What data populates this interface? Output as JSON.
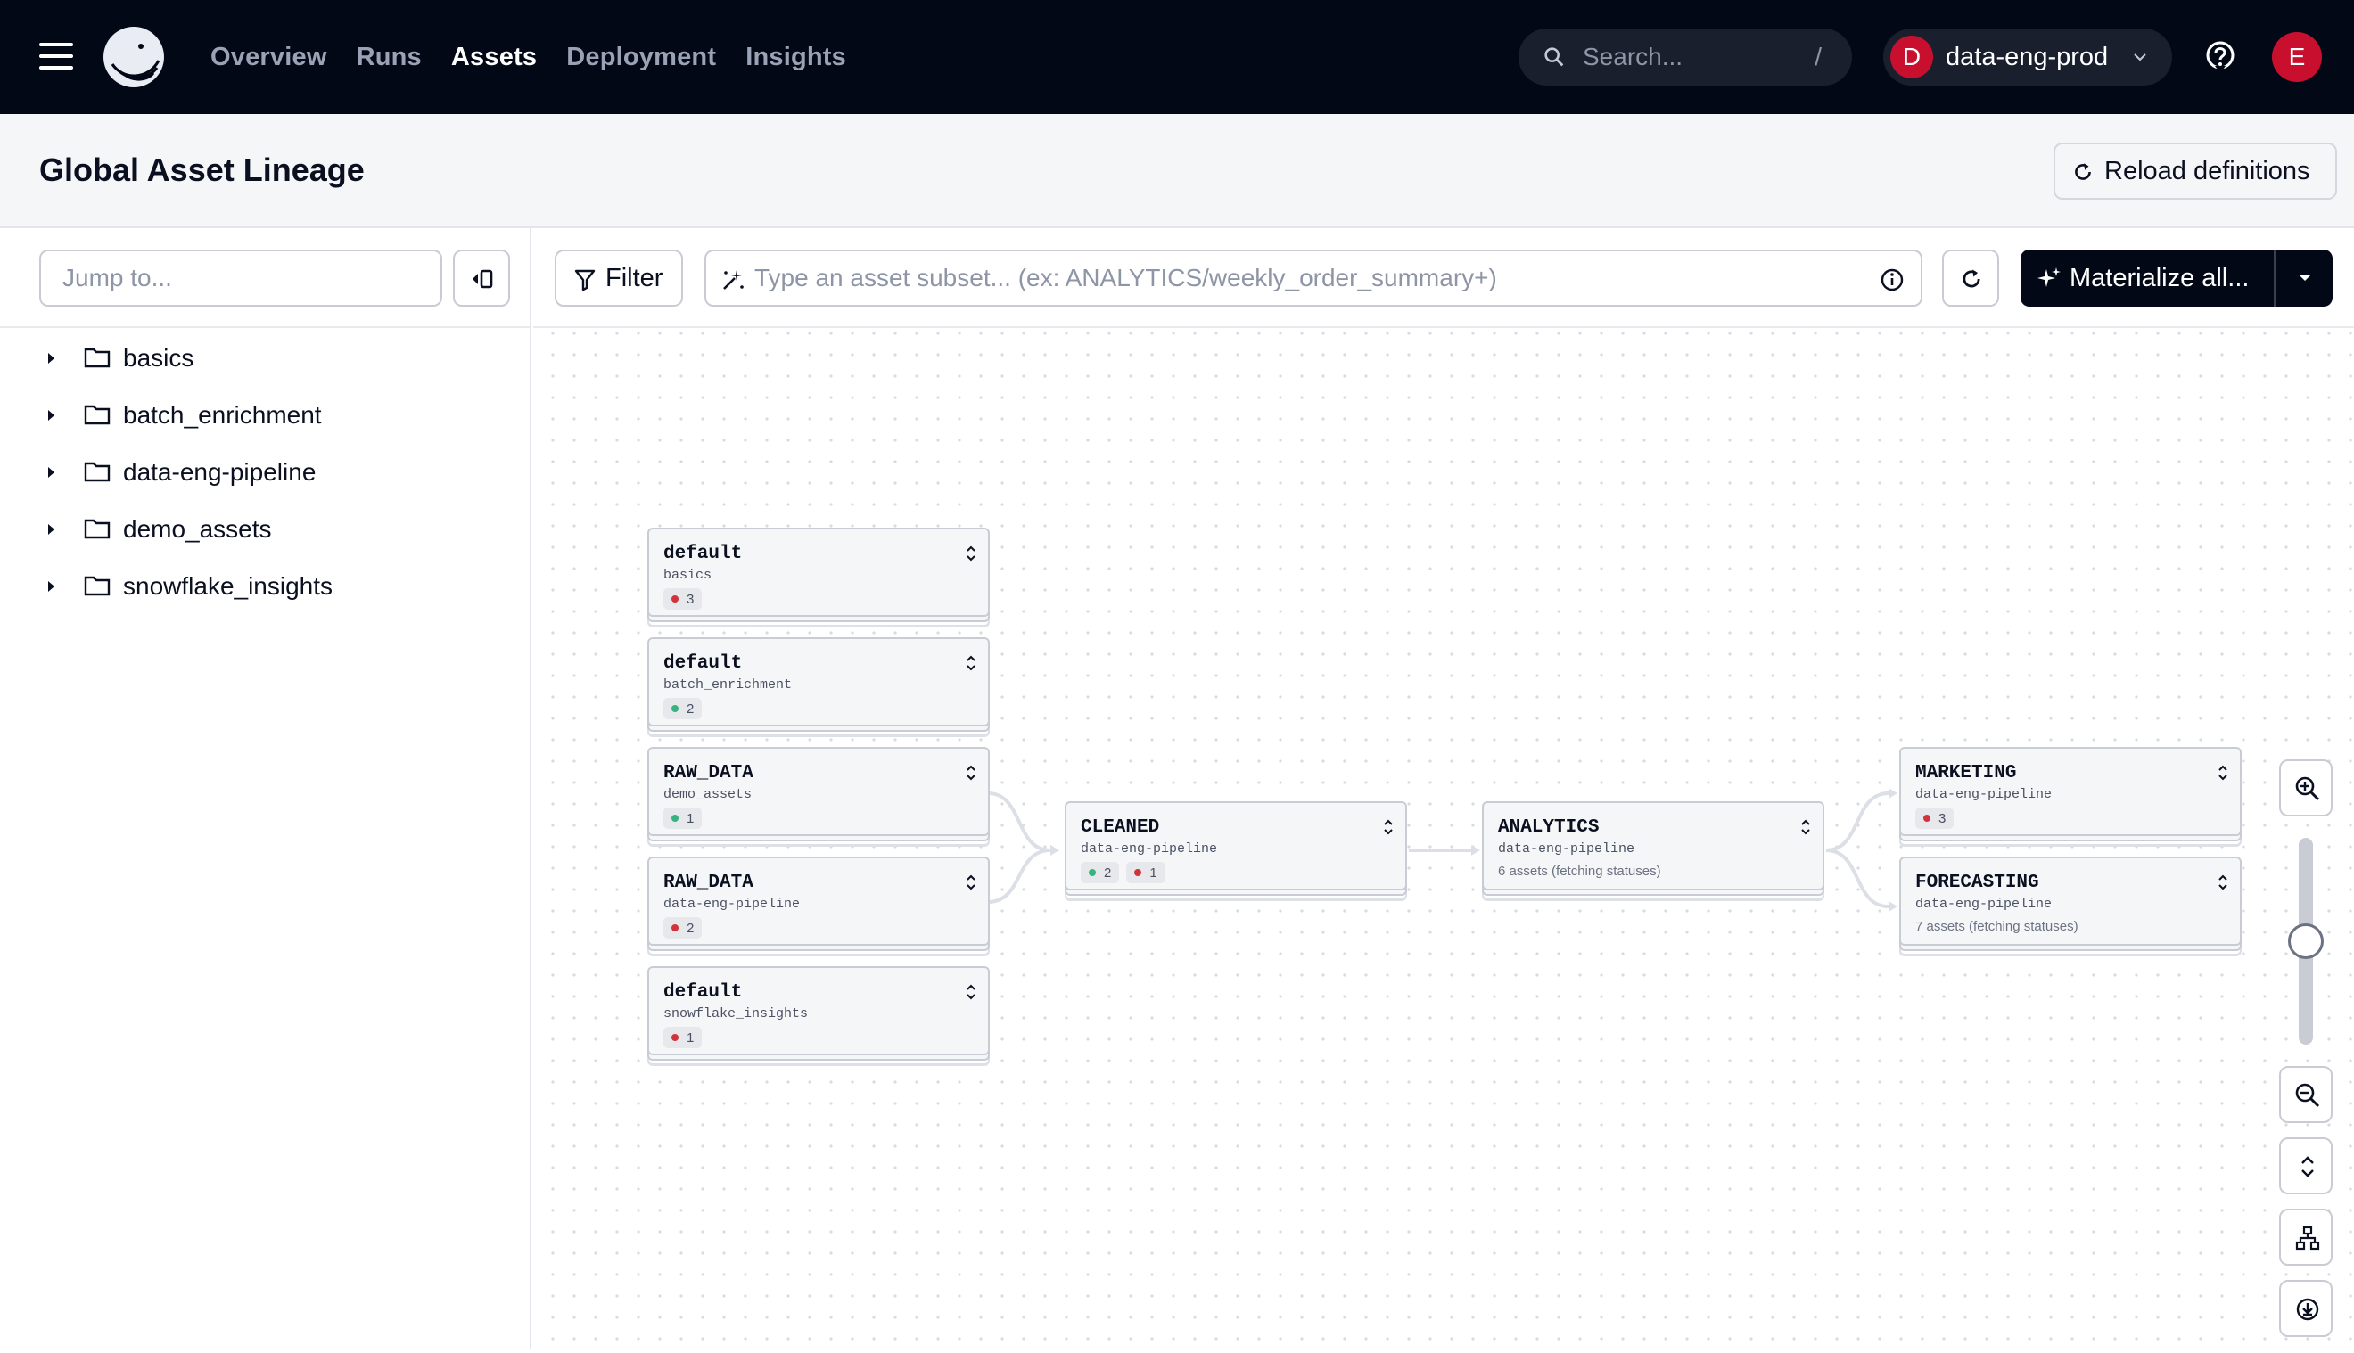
{
  "topbar": {
    "nav": [
      "Overview",
      "Runs",
      "Assets",
      "Deployment",
      "Insights"
    ],
    "active_nav": "Assets",
    "search_placeholder": "Search...",
    "search_shortcut": "/",
    "org_initial": "D",
    "org_name": "data-eng-prod",
    "user_initial": "E",
    "accent_color": "#c8102e"
  },
  "header": {
    "title": "Global Asset Lineage",
    "reload_label": "Reload definitions"
  },
  "sidebar": {
    "jump_placeholder": "Jump to...",
    "items": [
      {
        "label": "basics"
      },
      {
        "label": "batch_enrichment"
      },
      {
        "label": "data-eng-pipeline"
      },
      {
        "label": "demo_assets"
      },
      {
        "label": "snowflake_insights"
      }
    ]
  },
  "toolbar": {
    "filter_label": "Filter",
    "subset_placeholder": "Type an asset subset... (ex: ANALYTICS/weekly_order_summary+)",
    "materialize_label": "Materialize all..."
  },
  "graph": {
    "nodes": [
      {
        "name": "default",
        "location": "basics",
        "badges": [
          {
            "status": "red",
            "count": "3"
          }
        ]
      },
      {
        "name": "default",
        "location": "batch_enrichment",
        "badges": [
          {
            "status": "green",
            "count": "2"
          }
        ]
      },
      {
        "name": "RAW_DATA",
        "location": "demo_assets",
        "badges": [
          {
            "status": "green",
            "count": "1"
          }
        ]
      },
      {
        "name": "RAW_DATA",
        "location": "data-eng-pipeline",
        "badges": [
          {
            "status": "red",
            "count": "2"
          }
        ]
      },
      {
        "name": "default",
        "location": "snowflake_insights",
        "badges": [
          {
            "status": "red",
            "count": "1"
          }
        ]
      },
      {
        "name": "CLEANED",
        "location": "data-eng-pipeline",
        "badges": [
          {
            "status": "green",
            "count": "2"
          },
          {
            "status": "red",
            "count": "1"
          }
        ]
      },
      {
        "name": "ANALYTICS",
        "location": "data-eng-pipeline",
        "note": "6 assets (fetching statuses)"
      },
      {
        "name": "MARKETING",
        "location": "data-eng-pipeline",
        "badges": [
          {
            "status": "red",
            "count": "3"
          }
        ]
      },
      {
        "name": "FORECASTING",
        "location": "data-eng-pipeline",
        "note": "7 assets (fetching statuses)"
      }
    ],
    "edges": [
      [
        "RAW_DATA/demo_assets",
        "CLEANED"
      ],
      [
        "RAW_DATA/data-eng-pipeline",
        "CLEANED"
      ],
      [
        "CLEANED",
        "ANALYTICS"
      ],
      [
        "ANALYTICS",
        "MARKETING"
      ],
      [
        "ANALYTICS",
        "FORECASTING"
      ]
    ],
    "zoom_level": 0.55
  }
}
